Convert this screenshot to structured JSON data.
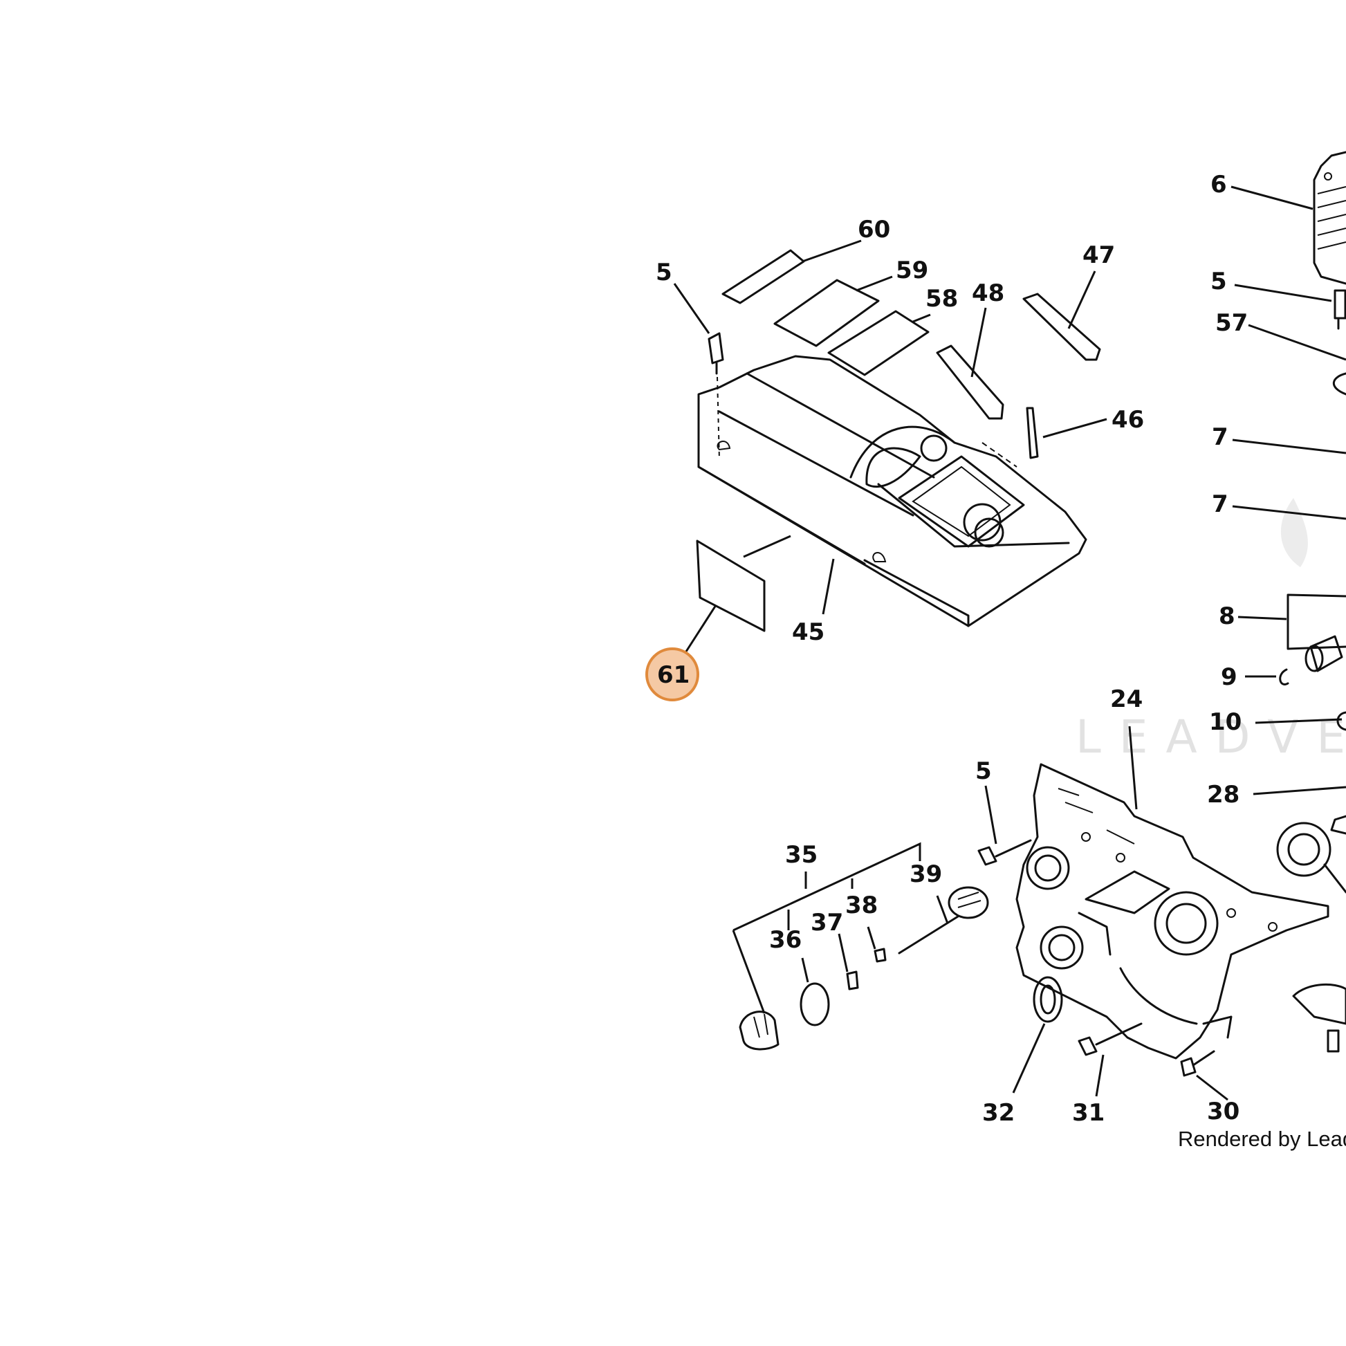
{
  "highlight_color": "#f5c9a4",
  "highlight_stroke": "#e08a3c",
  "labels": {
    "c60": "60",
    "c59": "59",
    "c58": "58",
    "c5a": "5",
    "c48": "48",
    "c47": "47",
    "c46": "46",
    "c45": "45",
    "c61": "61",
    "c6": "6",
    "c5b": "5",
    "c57": "57",
    "c7a": "7",
    "c7b": "7",
    "c8": "8",
    "c9": "9",
    "c10": "10",
    "c24": "24",
    "c28": "28",
    "c5c": "5",
    "c35": "35",
    "c39": "39",
    "c38": "38",
    "c37": "37",
    "c36": "36",
    "c32": "32",
    "c31": "31",
    "c30": "30"
  },
  "rendered_by": "Rendered by LeadV",
  "watermark": "LEADVE"
}
